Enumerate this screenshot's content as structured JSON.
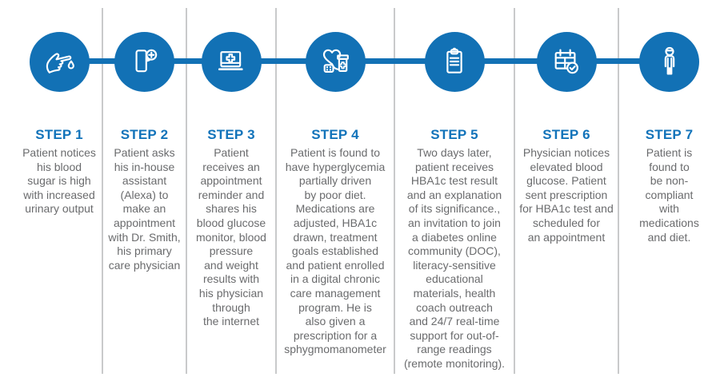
{
  "diagram": {
    "type": "patient-journey-timeline",
    "step_count": 7
  },
  "colors": {
    "circle_blue": "#1271B5",
    "timeline_blue": "#1271B5",
    "title_blue": "#1273BA",
    "body_text_gray": "#6A6B6D",
    "divider_gray": "#C9CACB",
    "icon_stroke": "#FFFFFF",
    "background": "#FFFFFF"
  },
  "steps": [
    {
      "title": "STEP 1",
      "icon": "finger-prick-blood-drop-icon",
      "description": "Patient notices\nhis blood\nsugar is high\nwith increased\nurinary output"
    },
    {
      "title": "STEP 2",
      "icon": "smartphone-voice-assistant-icon",
      "description": "Patient asks\nhis in-house\nassistant\n(Alexa) to\nmake an\nappointment\nwith Dr. Smith,\nhis primary\ncare physician"
    },
    {
      "title": "STEP 3",
      "icon": "telehealth-laptop-cross-icon",
      "description": "Patient\nreceives an\nappointment\nreminder and\nshares his\nblood glucose\nmonitor, blood\npressure\nand weight\nresults with\nhis physician\nthrough\nthe internet"
    },
    {
      "title": "STEP 4",
      "icon": "heart-medications-icon",
      "description": "Patient is found to\nhave hyperglycemia\npartially driven\nby poor diet.\nMedications are\nadjusted, HBA1c\ndrawn, treatment\ngoals established\nand patient enrolled\nin a digital chronic\ncare management\nprogram. He is\nalso given a\nprescription for a\nsphygmomanometer"
    },
    {
      "title": "STEP 5",
      "icon": "clipboard-results-icon",
      "description": "Two days later,\npatient receives\nHBA1c test result\nand an explanation\nof its significance.,\nan invitation to join\na diabetes online\ncommunity (DOC),\nliteracy-sensitive\neducational\nmaterials, health\ncoach outreach\nand 24/7 real-time\nsupport for out-of-\nrange readings\n(remote monitoring)."
    },
    {
      "title": "STEP 6",
      "icon": "calendar-check-icon",
      "description": "Physician notices\nelevated blood\nglucose. Patient\nsent prescription\nfor HBA1c test and\nscheduled for\nan appointment"
    },
    {
      "title": "STEP 7",
      "icon": "patient-person-icon",
      "description": "Patient is\nfound to\nbe non-\ncompliant\nwith\nmedications\nand diet."
    }
  ]
}
